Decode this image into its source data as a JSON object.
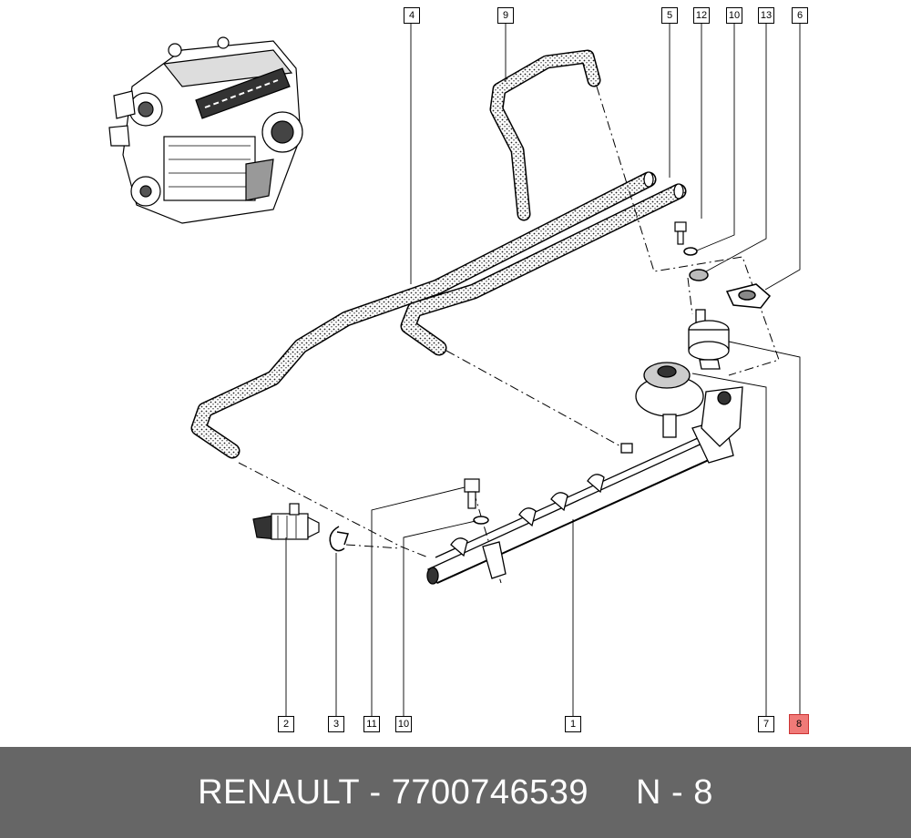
{
  "callouts": {
    "c4": "4",
    "c9": "9",
    "c5": "5",
    "c12": "12",
    "c10_top": "10",
    "c13": "13",
    "c6": "6",
    "c2": "2",
    "c3": "3",
    "c11": "11",
    "c10_bottom": "10",
    "c1": "1",
    "c7": "7",
    "c8": "8"
  },
  "highlight_color": "#f07a78",
  "footer": {
    "brand_part": "RENAULT - 7700746539",
    "ref_part": "N - 8"
  }
}
